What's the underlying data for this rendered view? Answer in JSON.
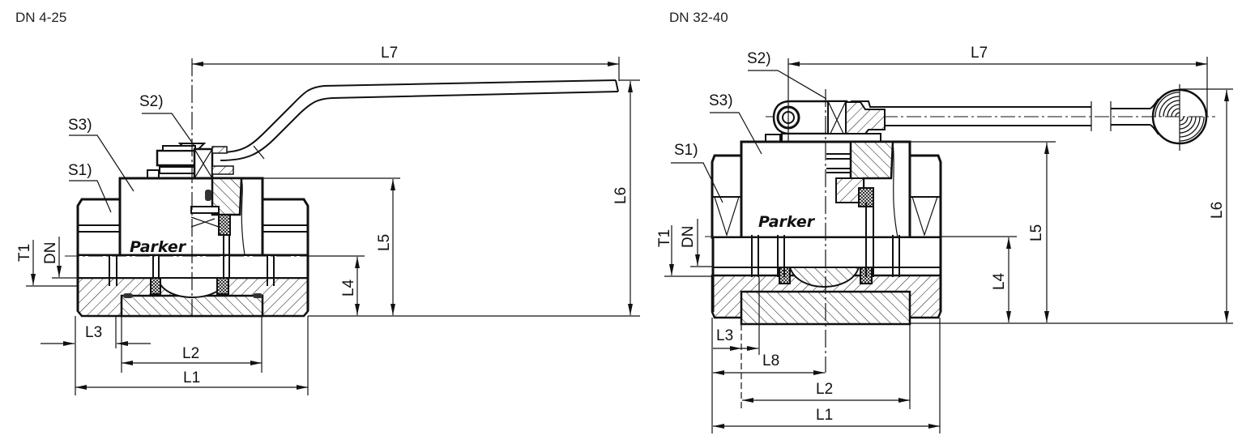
{
  "views": [
    {
      "title": "DN 4-25",
      "brand": "Parker",
      "labels": {
        "s1": "S1)",
        "s2": "S2)",
        "s3": "S3)",
        "t1": "T1",
        "dn": "DN",
        "l1": "L1",
        "l2": "L2",
        "l3": "L3",
        "l4": "L4",
        "l5": "L5",
        "l6": "L6",
        "l7": "L7"
      }
    },
    {
      "title": "DN 32-40",
      "brand": "Parker",
      "labels": {
        "s1": "S1)",
        "s2": "S2)",
        "s3": "S3)",
        "t1": "T1",
        "dn": "DN",
        "l1": "L1",
        "l2": "L2",
        "l3": "L3",
        "l4": "L4",
        "l5": "L5",
        "l6": "L6",
        "l7": "L7",
        "l8": "L8"
      }
    }
  ]
}
